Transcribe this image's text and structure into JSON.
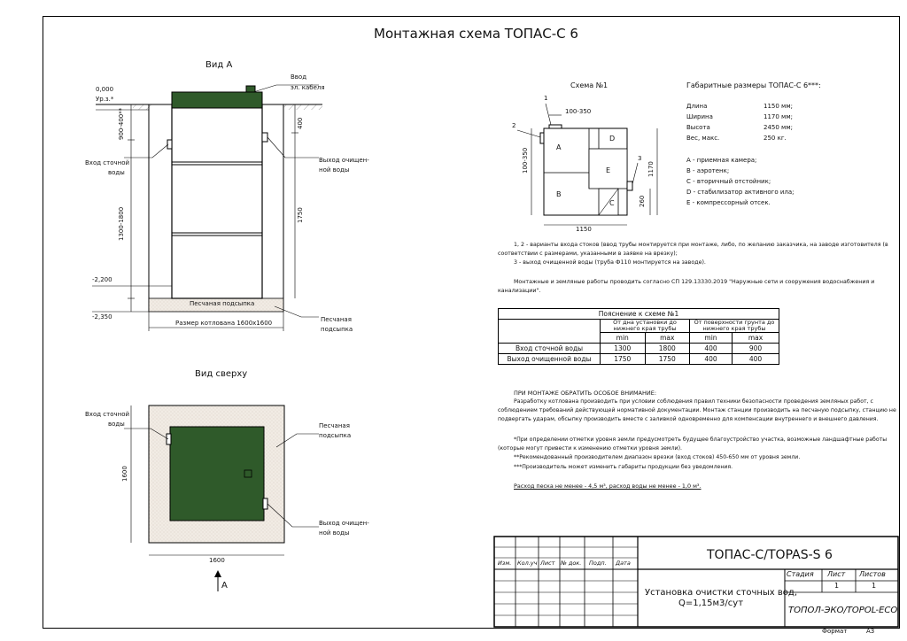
{
  "title": "Монтажная схема ТОПАС-С 6",
  "view_a": {
    "label": "Вид А",
    "level_0": "0,000",
    "level_0_sub": "Ур.з.*",
    "level_2200": "-2,200",
    "level_2350": "-2,350",
    "cable_entry_1": "Ввод",
    "cable_entry_2": "эл. кабеля",
    "inlet_1": "Вход сточной",
    "inlet_2": "воды",
    "outlet_1": "Выход очищен-",
    "outlet_2": "ной воды",
    "sand_inside": "Песчаная подсыпка",
    "sand_1": "Песчаная",
    "sand_2": "подсыпка",
    "pit_size": "Размер котлована 1600х1600",
    "dim_900_400": "900-400**",
    "dim_1300_1800": "1300-1800",
    "dim_400": "400",
    "dim_1750": "1750"
  },
  "view_top": {
    "label": "Вид сверху",
    "inlet_1": "Вход сточной",
    "inlet_2": "воды",
    "sand_1": "Песчаная",
    "sand_2": "подсыпка",
    "outlet_1": "Выход очищен-",
    "outlet_2": "ной воды",
    "dim_1600_h": "1600",
    "dim_1600_v": "1600",
    "arrow_label": "А"
  },
  "scheme": {
    "label": "Схема №1",
    "n1": "1",
    "n2": "2",
    "n3": "3",
    "dim_100_350": "100-350",
    "dim_100_350_v": "100-350",
    "dim_1150": "1150",
    "dim_1170": "1170",
    "dim_260": "260",
    "zone_a": "A",
    "zone_b": "B",
    "zone_c": "C",
    "zone_d": "D",
    "zone_e": "E"
  },
  "dimensions": {
    "title": "Габаритные размеры ТОПАС-С 6***:",
    "rows": [
      {
        "k": "Длина",
        "v": "1150 мм;"
      },
      {
        "k": "Ширина",
        "v": "1170 мм;"
      },
      {
        "k": "Высота",
        "v": "2450 мм;"
      },
      {
        "k": "Вес, макс.",
        "v": "250 кг."
      }
    ],
    "legend": [
      "А - приемная камера;",
      "В - аэротенк;",
      "С - вторичный отстойник;",
      "D - стабилизатор активного ила;",
      "Е - компрессорный отсек."
    ]
  },
  "notes": {
    "n1a": "1, 2 - варианты входа  стоков (ввод трубы монтируется при монтаже, либо, по желанию заказчика, на заводе изготовителя (в",
    "n1b": "соответствии с размерами, указанными в заявке на врезку);",
    "n1c": "3 - выход очищенной воды (труба Ф110 монтируется на заводе).",
    "n2a": "Монтажные и земляные работы проводить согласно СП 129.13330.2019 \"Наружные сети и сооружения водоснабжения и",
    "n2b": "канализации\"."
  },
  "table": {
    "caption": "Пояснение к схеме №1",
    "col1": "От дна установки до нижнего края трубы",
    "col2": "От поверхности грунта до нижнего края трубы",
    "min": "min",
    "max": "max",
    "rows": [
      {
        "name": "Вход сточной воды",
        "v": [
          "1300",
          "1800",
          "400",
          "900"
        ]
      },
      {
        "name": "Выход очищенной воды",
        "v": [
          "1750",
          "1750",
          "400",
          "400"
        ]
      }
    ]
  },
  "attention": {
    "head": "ПРИ МОНТАЖЕ ОБРАТИТЬ ОСОБОЕ ВНИМАНИЕ:",
    "l1": "Разработку котлована производить при условии соблюдения правил техники безопасности проведения земляных работ, с",
    "l2": "соблюдением требований действующей нормативной документации. Монтаж станции производить на песчаную подсыпку, станцию не",
    "l3": "подвергать ударам, обсыпку производить вместе с заливкой одновременно для компенсации внутреннего и внешнего давления.",
    "l4": "*При определении отметки уровня земли предусмотреть будущее благоустройство участка, возможные ландшафтные работы",
    "l5": "(которые могут привести к изменению отметки уровня земли).",
    "l6": "**Рекомендованный производителем диапазон врезки (вход стоков) 450-650 мм от уровня земли.",
    "l7": "***Производитель может изменить габариты продукции без уведомления.",
    "l8": "Расход песка не менее - 4,5 м³, расход воды не менее - 1,0 м³."
  },
  "stamp": {
    "h1": "Изм.",
    "h2": "Кол.уч",
    "h3": "Лист",
    "h4": "№ док.",
    "h5": "Подп.",
    "h6": "Дата",
    "product": "ТОПАС-С/TOPAS-S 6",
    "desc1": "Установка очистки сточных вод,",
    "desc2": "Q=1,15м3/сут",
    "stage": "Стадия",
    "sheet": "Лист",
    "sheets": "Листов",
    "sheet_v": "1",
    "sheets_v": "1",
    "company": "ТОПОЛ-ЭКО/TOPOL-ECO",
    "format_label": "Формат",
    "format_value": "А3"
  },
  "colors": {
    "tank": "#2f5a2a",
    "sand": "#f0e9e2",
    "line": "#000000"
  }
}
